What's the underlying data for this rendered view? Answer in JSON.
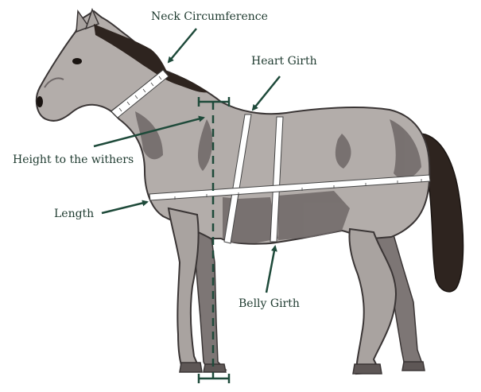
{
  "labels": {
    "neck_circumference": "Neck Circumference",
    "heart_girth": "Heart Girth",
    "height_to_withers": "Height to the withers",
    "length": "Length",
    "belly_girth": "Belly Girth"
  },
  "colors": {
    "label_text": "#1e3a2f",
    "arrow": "#1e4a3a",
    "coat_light": "#b3adaa",
    "coat_dark": "#6e6767",
    "outline": "#3a3535",
    "mane_tail": "#2e241f",
    "tape": "#ffffff"
  }
}
